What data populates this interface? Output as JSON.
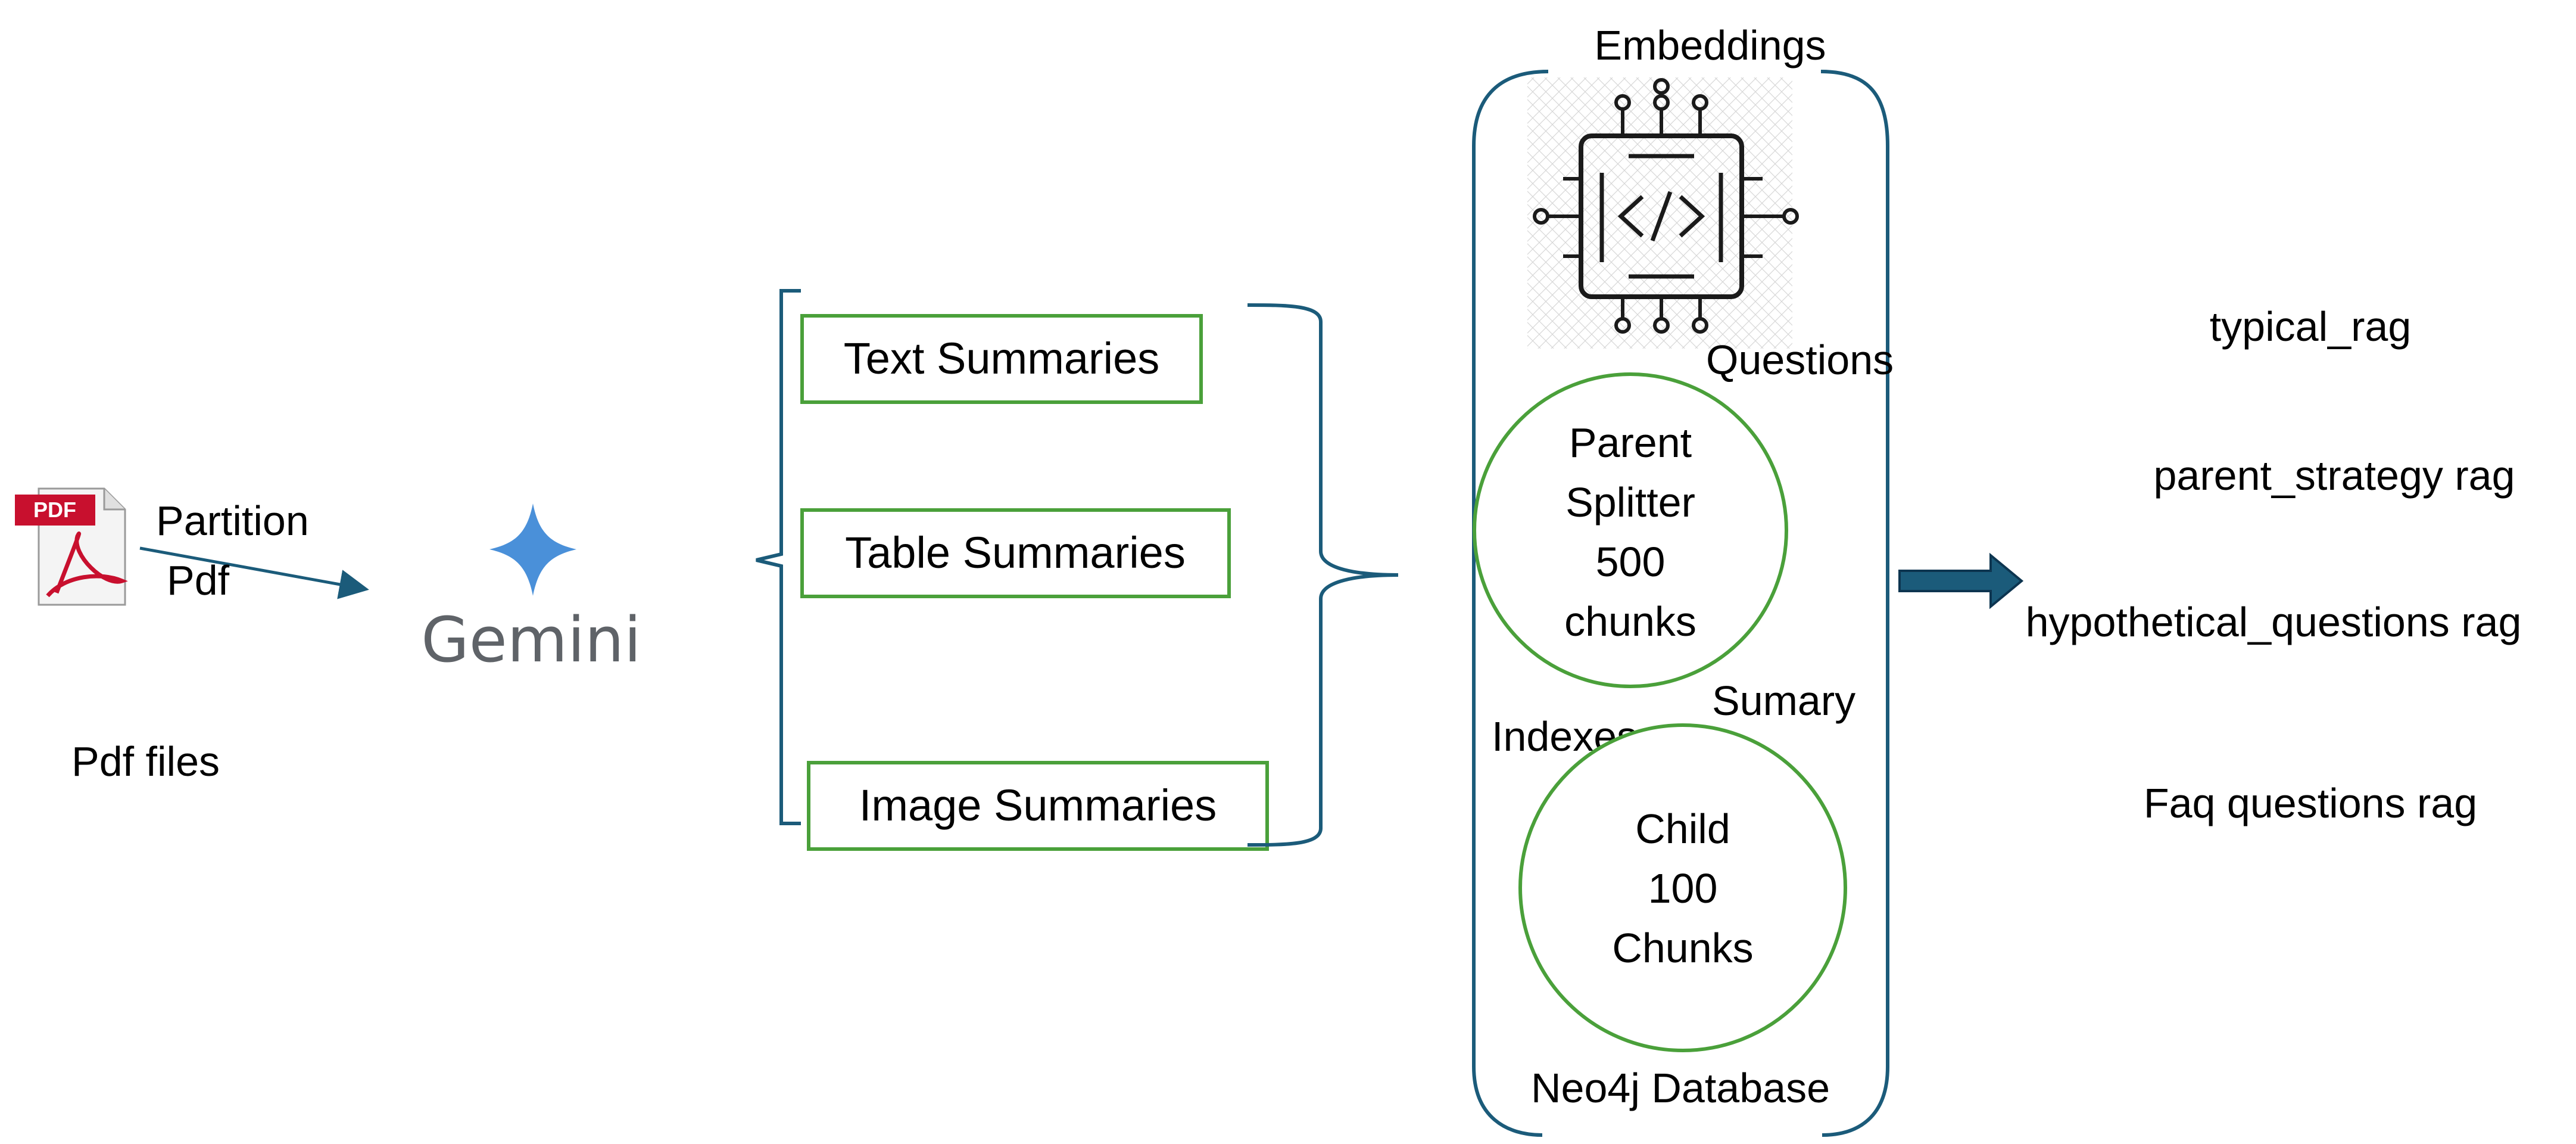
{
  "colors": {
    "box_border": "#4aa03a",
    "bracket": "#1b5b7a",
    "arrow": "#1b5b7a",
    "text": "#000000",
    "gemini_text": "#5f6368",
    "gemini_star": "#4a90d9",
    "pdf_red": "#c8102e"
  },
  "icons": {
    "pdf": "pdf-file-icon",
    "gemini": "gemini-star-icon",
    "chip": "code-chip-icon"
  },
  "pdf_icon_label": "PDF",
  "partition_label": {
    "line1": "Partition",
    "line2": "Pdf"
  },
  "pdf_files_label": "Pdf  files",
  "gemini_label": "Gemini",
  "summaries": {
    "text": "Text Summaries",
    "table": "Table Summaries",
    "image": "Image Summaries"
  },
  "database": {
    "embeddings_label": "Embeddings",
    "questions_label": "Questions",
    "summary_label": "Sumary",
    "indexes_label": "Indexes",
    "database_label": "Neo4j Database",
    "parent_circle": {
      "line1": "Parent",
      "line2": "Splitter",
      "line3": "500",
      "line4": "chunks"
    },
    "child_circle": {
      "line1": "Child",
      "line2": "100",
      "line3": "Chunks"
    }
  },
  "rag_strategies": [
    "typical_rag",
    "parent_strategy rag",
    "hypothetical_questions rag",
    "Faq questions rag"
  ]
}
